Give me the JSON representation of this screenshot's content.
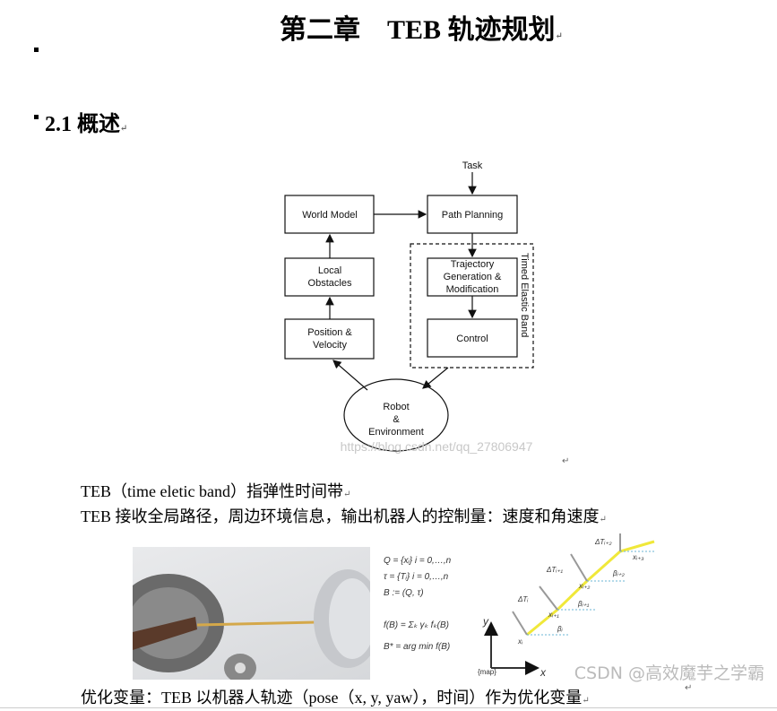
{
  "title": "第二章　TEB 轨迹规划",
  "section": "2.1  概述",
  "diagram": {
    "task": "Task",
    "world_model": "World Model",
    "path_planning": "Path Planning",
    "local_obstacles_1": "Local",
    "local_obstacles_2": "Obstacles",
    "traj_1": "Trajectory",
    "traj_2": "Generation &",
    "traj_3": "Modification",
    "pos_1": "Position &",
    "pos_2": "Velocity",
    "control": "Control",
    "teb_label": "Timed Elastic Band",
    "robot_1": "Robot",
    "robot_2": "&",
    "robot_3": "Environment",
    "watermark": "https://blog.csdn.net/qq_27806947"
  },
  "lines": [
    "TEB（time eletic band）指弹性时间带",
    "TEB 接收全局路径，周边环境信息，输出机器人的控制量：速度和角速度",
    "优化变量：TEB 以机器人轨迹（pose（x, y, yaw），时间）作为优化变量"
  ],
  "formulas": [
    "Q = {xᵢ}      i = 0,…,n",
    "τ = {Tᵢ}      i = 0,…,n",
    "B := (Q, τ)",
    "f(B) = Σₖ γₖ fₖ(B)",
    "B* = arg min f(B)"
  ],
  "figure2": {
    "y": "y",
    "x": "x",
    "map": "{map}",
    "xi": "xᵢ",
    "xi1": "xᵢ₊₁",
    "xi2": "xᵢ₊₂",
    "xi3": "xᵢ₊₃",
    "dTi": "ΔTᵢ",
    "dTi1": "ΔTᵢ₊₁",
    "dTi2": "ΔTᵢ₊₂",
    "bi": "βᵢ",
    "bi1": "βᵢ₊₁",
    "bi2": "βᵢ₊₂"
  },
  "watermark": "CSDN @高效魔芋之学霸",
  "colors": {
    "band": "#f0e83a",
    "arrow": "#999999"
  }
}
